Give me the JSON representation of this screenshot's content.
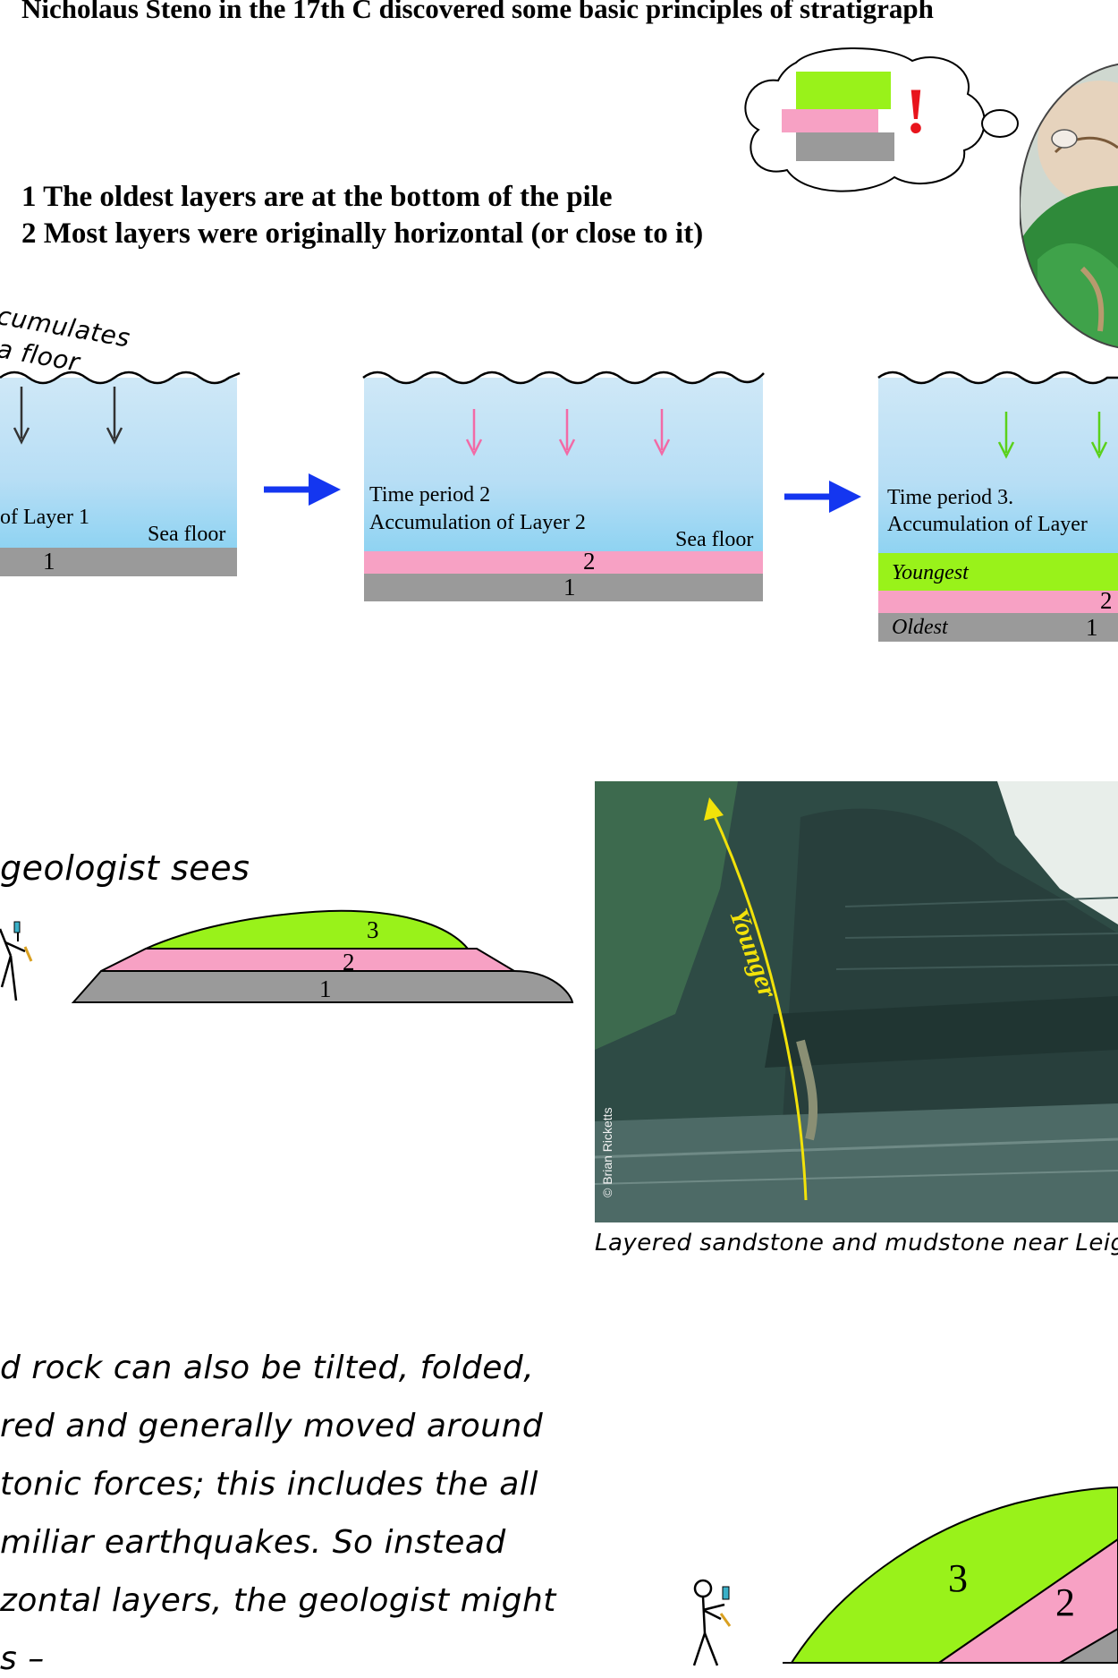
{
  "title": "Nicholaus Steno in the 17th C discovered some basic principles of stratigraph",
  "principles": [
    "1 The oldest layers are at the bottom of the pile",
    "2 Most layers were originally horizontal (or close to it)"
  ],
  "thought_exclaim": "!",
  "panel1": {
    "caption_top": "cumulates",
    "caption_bottom": "a floor",
    "label_partial": "of Layer 1",
    "seafloor": "Sea floor",
    "layer_num": "1"
  },
  "panel2": {
    "line1": "Time period 2",
    "line2": "Accumulation of Layer 2",
    "seafloor": "Sea floor",
    "num2": "2",
    "num1": "1"
  },
  "panel3": {
    "line1": "Time period 3.",
    "line2": "Accumulation of Layer",
    "youngest": "Youngest",
    "oldest": "Oldest",
    "num2": "2",
    "num1": "1"
  },
  "geologist_sees": "geologist sees",
  "mound_nums": [
    "3",
    "2",
    "1"
  ],
  "photo": {
    "arrow_label": "Younger",
    "credit": "© Brian Ricketts",
    "caption": "Layered sandstone and mudstone near Leigh,"
  },
  "body_lines": [
    "d rock can also be tilted, folded,",
    "red and generally moved around",
    "tonic forces; this includes the all",
    "miliar earthquakes.  So instead",
    "zontal layers, the geologist might",
    "s –"
  ],
  "tilted_nums": [
    "3",
    "2"
  ],
  "colors": {
    "green": "#99f21a",
    "pink": "#f7a1c4",
    "gray": "#9a9a9a",
    "arrow_blue": "#1436f0",
    "red": "#e8141c"
  }
}
